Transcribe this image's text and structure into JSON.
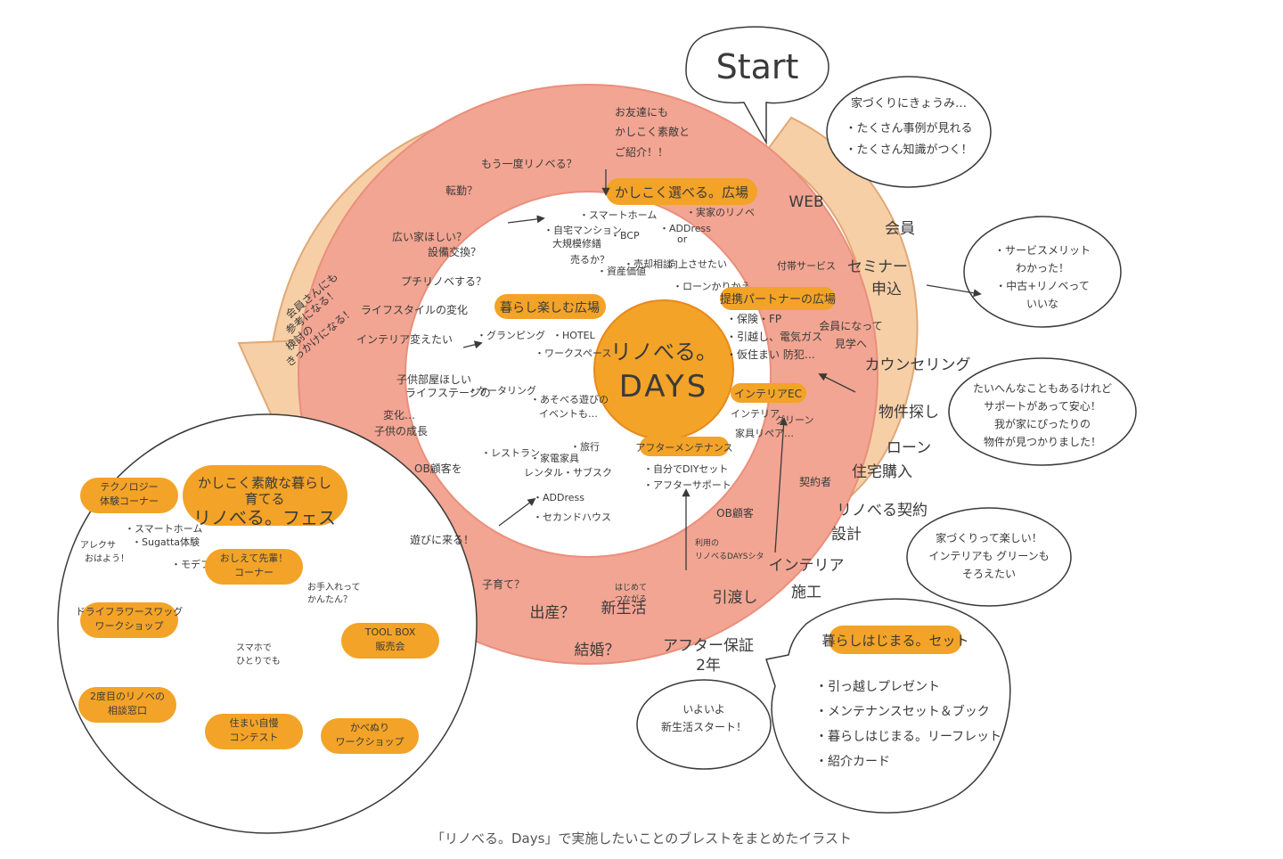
{
  "caption": "「リノべる。Days」で実施したいことのブレストをまとめたイラスト",
  "colors": {
    "ring": "#f2a592",
    "ring_edge": "#e98f7c",
    "outer_arrow": "#f7cfa6",
    "orange": "#f3a327",
    "orange_dark": "#e8891a",
    "line": "#3a3a3a"
  },
  "start": {
    "label": "Start"
  },
  "center": {
    "line1": "リノべる。",
    "line2": "DAYS"
  },
  "top_bubble": {
    "title": "家づくりにきょうみ…",
    "lines": [
      "・たくさん事例が見れる",
      "・たくさん知識がつく！"
    ]
  },
  "right_bubbles": [
    {
      "lines": [
        "・サービスメリット",
        "わかった！",
        "・中古+リノベって",
        "いいな"
      ]
    },
    {
      "lines": [
        "たいへんなこともあるけれど",
        "サポートがあって安心！",
        "我が家にぴったりの",
        "物件が見つかりました！"
      ]
    },
    {
      "lines": [
        "家づくりって楽しい！",
        "インテリアも グリーンも",
        "そろえたい"
      ]
    },
    {
      "lines": [
        "いよいよ",
        "新生活スタート！"
      ]
    }
  ],
  "journey_steps": [
    "WEB",
    "会員",
    "セミナー",
    "申込",
    "カウンセリング",
    "物件探し",
    "ローン",
    "住宅購入",
    "リノべる契約",
    "設計",
    "インテリア",
    "施工",
    "引渡し",
    "アフター保証",
    "2年",
    "新生活",
    "結婚？",
    "出産？",
    "子育て？",
    "契約者",
    "OB顧客",
    "会員になって",
    "見学へ"
  ],
  "inner_sections": [
    {
      "title": "かしこく選べる。広場",
      "items": [
        "・スマートホーム",
        "・自宅マンション",
        "大規模修繕",
        "・BCP",
        "・実家のリノベ",
        "・ADDress",
        "or",
        "売るか？",
        "・資産価値",
        "向上させたい",
        "・ローンかりかえ",
        "・売却相談"
      ]
    },
    {
      "title": "暮らし楽しむ広場",
      "items": [
        "・グランピング",
        "・HOTEL",
        "・ワークスペース",
        "・ケータリング",
        "・あそべる遊びの",
        "イベントも…",
        "・旅行",
        "・レストラン",
        "・家電家具",
        "レンタル・サブスク",
        "・ADDress",
        "・セカンドハウス"
      ]
    },
    {
      "title": "提携パートナーの広場",
      "items": [
        "・保険・FP",
        "・引越し、電気ガス",
        "・仮住まい 防犯…"
      ],
      "badge": "付帯サービス"
    },
    {
      "title": "インテリアEC",
      "items": [
        "インテリア",
        "グリーン",
        "家具リペア…"
      ]
    },
    {
      "title": "アフターメンテナンス",
      "items": [
        "・自分でDIYセット",
        "・アフターサポート"
      ]
    }
  ],
  "left_ring_notes": [
    "お友達にも",
    "かしこく素敵と",
    "ご紹介！！",
    "もう一度リノベる？",
    "転勤？",
    "広い家ほしい？",
    "設備交換？",
    "プチリノベする？",
    "ライフスタイルの変化",
    "インテリア変えたい",
    "子供部屋ほしい",
    "ライフステージの",
    "変化…",
    "子供の成長",
    "OB顧客を",
    "遊びに来る！"
  ],
  "left_arrow_note": [
    "会員さんにも",
    "参考になる！",
    "検討の",
    "きっかけになる！"
  ],
  "festival": {
    "title_line1": "かしこく素敵な暮らし",
    "title_line2": "育てる",
    "title_line3": "リノべる。フェス",
    "corners": [
      {
        "title": "テクノロジー",
        "subtitle": "体験コーナー",
        "items": [
          "・スマートホーム",
          "・Sugatta体験",
          "・モデファック"
        ]
      },
      {
        "title": "おしえて先輩！",
        "subtitle": "コーナー"
      },
      {
        "title": "ドライフラワースワッグ",
        "subtitle": "ワークショップ"
      },
      {
        "title": "TOOL BOX",
        "subtitle": "販売会"
      },
      {
        "title": "2度目のリノベの",
        "subtitle": "相談窓口"
      },
      {
        "title": "住まい自慢",
        "subtitle": "コンテスト"
      },
      {
        "title": "かべぬり",
        "subtitle": "ワークショップ"
      }
    ],
    "notes": [
      "アレクサ",
      "おはよう！",
      "お手入れって",
      "かんたん？",
      "スマホで",
      "ひとりでも"
    ]
  },
  "set_bubble": {
    "title": "暮らしはじまる。セット",
    "items": [
      "・引っ越しプレゼント",
      "・メンテナンスセット＆ブック",
      "・暮らしはじまる。リーフレット",
      "・紹介カード"
    ]
  },
  "small_notes": [
    "利用の",
    "リノべるDAYSシタ",
    "はじめて",
    "つながる"
  ]
}
